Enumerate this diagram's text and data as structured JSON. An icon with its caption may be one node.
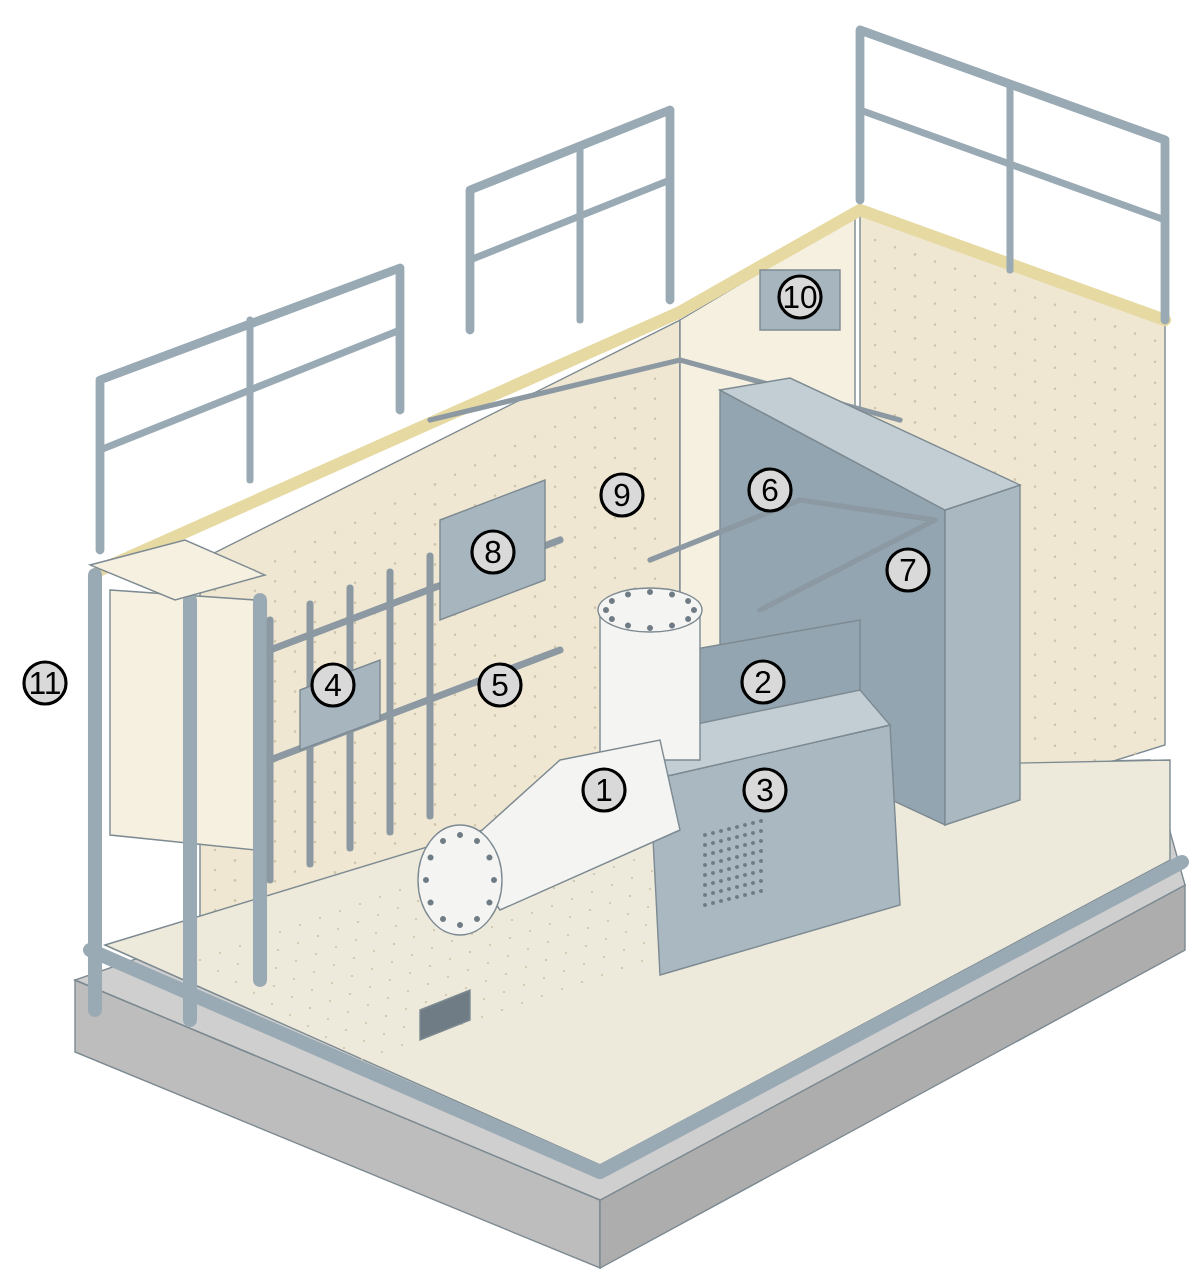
{
  "diagram": {
    "labels": [
      "10",
      "9",
      "6",
      "8",
      "7",
      "11",
      "4",
      "5",
      "2",
      "1",
      "3"
    ]
  }
}
